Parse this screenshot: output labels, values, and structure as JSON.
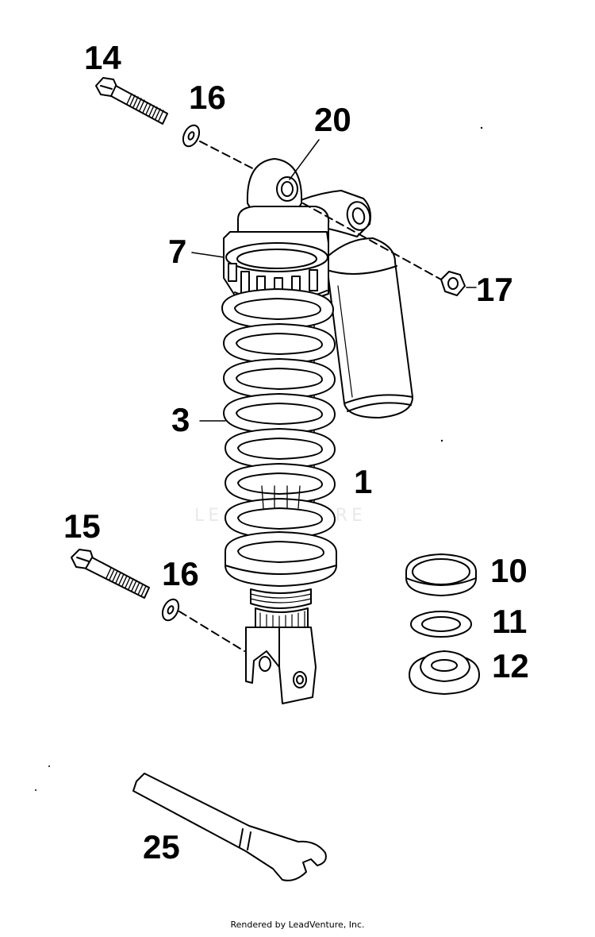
{
  "diagram": {
    "callouts": {
      "c14": "14",
      "c16_top": "16",
      "c20": "20",
      "c7": "7",
      "c17": "17",
      "c3": "3",
      "c1": "1",
      "c15": "15",
      "c16_bottom": "16",
      "c10": "10",
      "c11": "11",
      "c12": "12",
      "c25": "25"
    },
    "watermark": "LEADVENTURE",
    "footer_credit": "Rendered by LeadVenture, Inc."
  },
  "colors": {
    "ink": "#000000",
    "paper": "#ffffff",
    "watermark": "#e9e9e9"
  }
}
